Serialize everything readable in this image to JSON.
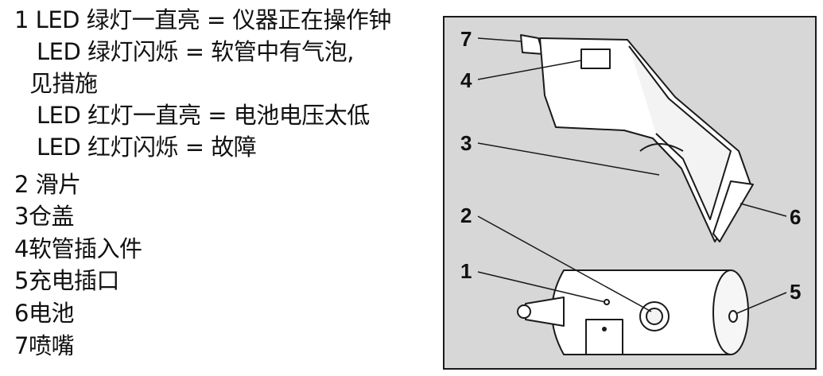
{
  "legend": {
    "lines": [
      "1 LED 绿灯一直亮 = 仪器正在操作钟",
      "LED 绿灯闪烁 = 软管中有气泡,",
      "见措施",
      "LED 红灯一直亮 = 电池电压太低",
      "LED 红灯闪烁 = 故障",
      "2 滑片",
      "3仓盖",
      "4软管插入件",
      "5充电插口",
      "6电池",
      "7喷嘴"
    ]
  },
  "figure": {
    "callouts": {
      "c1": "1",
      "c2": "2",
      "c3": "3",
      "c4": "4",
      "c5": "5",
      "c6": "6",
      "c7": "7"
    }
  }
}
